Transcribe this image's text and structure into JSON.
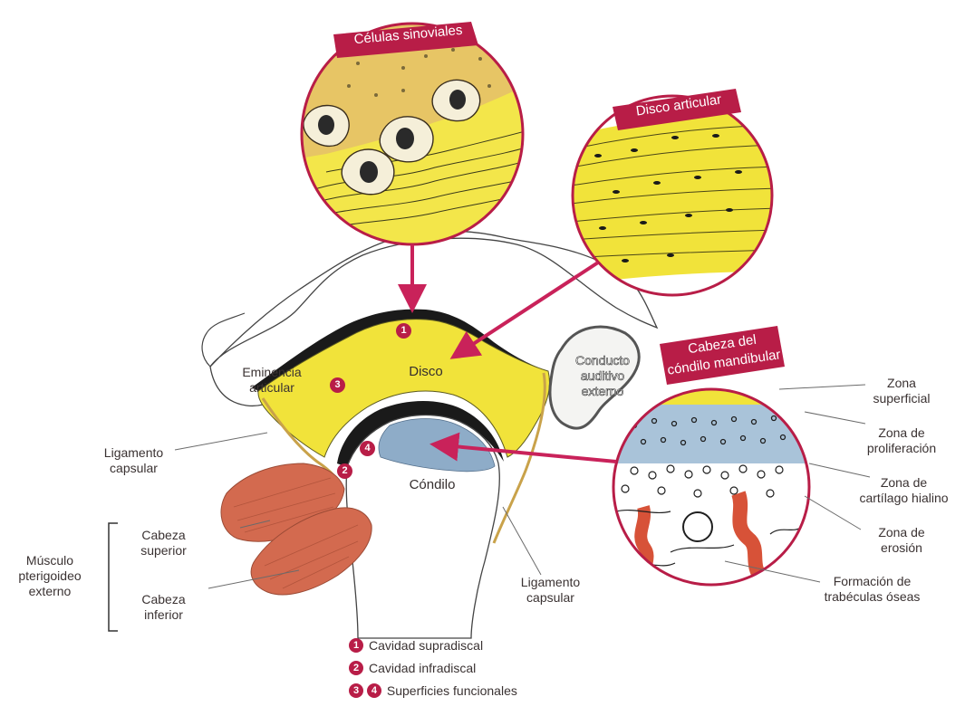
{
  "banners": {
    "synovial": "Células sinoviales",
    "disc": "Disco articular",
    "condyle_line1": "Cabeza del",
    "condyle_line2": "cóndilo mandibular"
  },
  "structures": {
    "eminence_line1": "Eminencia",
    "eminence_line2": "articular",
    "disc": "Disco",
    "condyle": "Cóndilo",
    "canal_line1": "Conducto",
    "canal_line2": "auditivo",
    "canal_line3": "externo",
    "capsular_left_line1": "Ligamento",
    "capsular_left_line2": "capsular",
    "capsular_bottom_line1": "Ligamento",
    "capsular_bottom_line2": "capsular"
  },
  "muscle": {
    "group_line1": "Músculo",
    "group_line2": "pterigoideo",
    "group_line3": "externo",
    "superior_line1": "Cabeza",
    "superior_line2": "superior",
    "inferior_line1": "Cabeza",
    "inferior_line2": "inferior"
  },
  "zones": {
    "superficial_line1": "Zona",
    "superficial_line2": "superficial",
    "proliferation_line1": "Zona de",
    "proliferation_line2": "proliferación",
    "cartilage_line1": "Zona de",
    "cartilage_line2": "cartílago hialino",
    "erosion_line1": "Zona de",
    "erosion_line2": "erosión",
    "trabeculae_line1": "Formación de",
    "trabeculae_line2": "trabéculas óseas"
  },
  "markers": {
    "m1": "1",
    "m2": "2",
    "m3": "3",
    "m4": "4"
  },
  "legend": {
    "item1_badge": "1",
    "item1": "Cavidad supradiscal",
    "item2_badge": "2",
    "item2": "Cavidad infradiscal",
    "item3_badge_a": "3",
    "item3_badge_b": "4",
    "item3": "Superficies funcionales"
  },
  "colors": {
    "accent": "#b81d47",
    "disc_yellow": "#f1e33a",
    "condyle_blue": "#8eacc8",
    "muscle": "#d36a4f",
    "bone_fill": "#fbfaf3"
  }
}
